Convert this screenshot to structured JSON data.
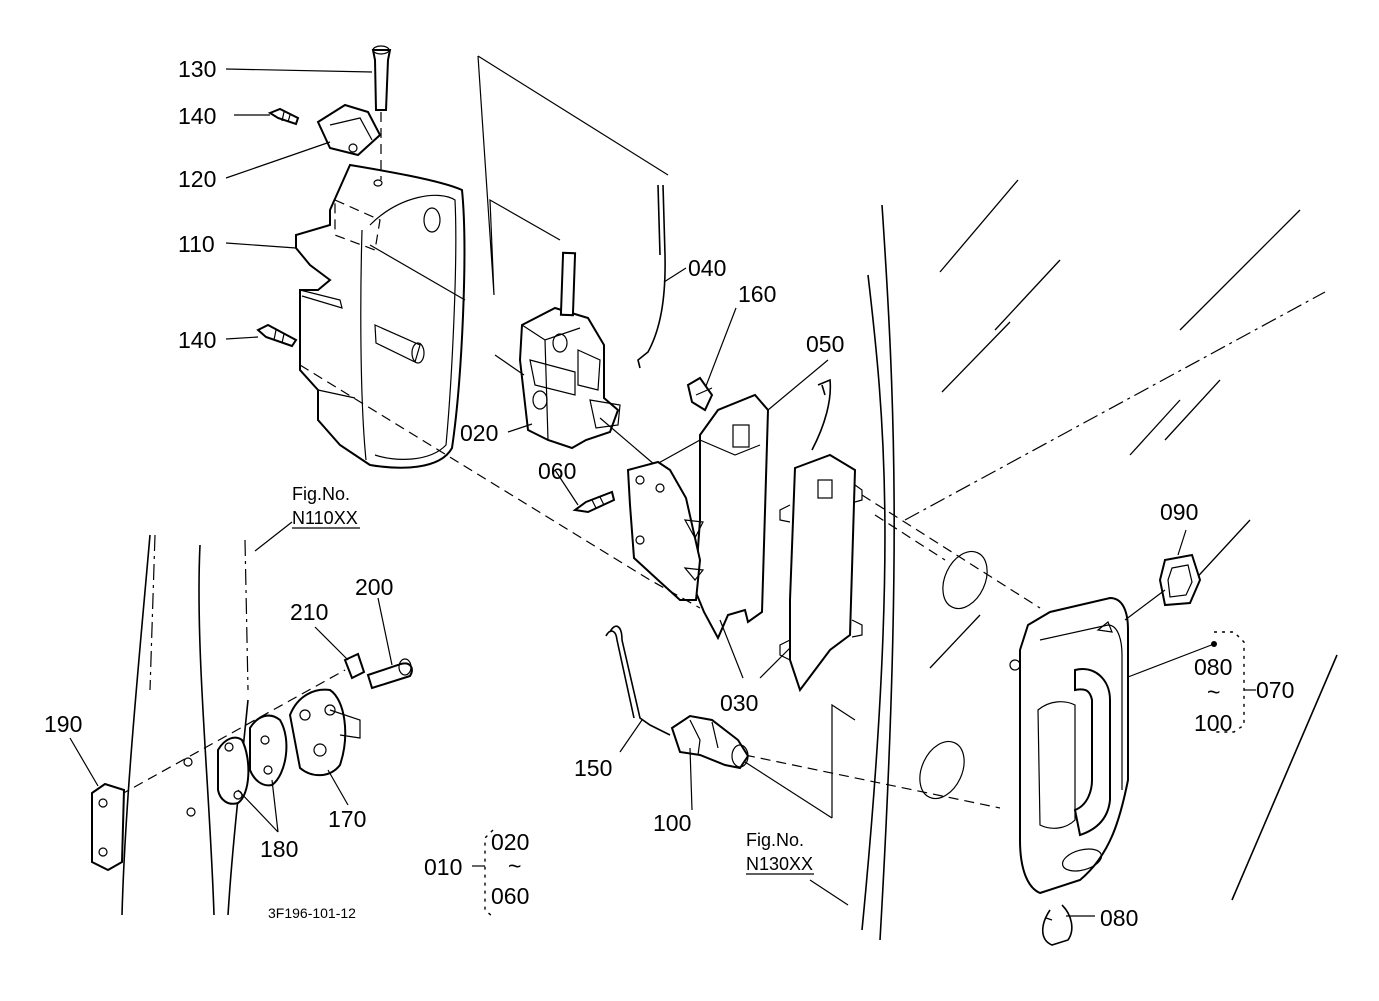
{
  "labels": {
    "p130": "130",
    "p140a": "140",
    "p120": "120",
    "p110": "110",
    "p140b": "140",
    "p040": "040",
    "p160": "160",
    "p050": "050",
    "p020": "020",
    "p060": "060",
    "p090": "090",
    "p080a": "080",
    "p080tilde": "~",
    "p100a": "100",
    "p070": "070",
    "p030": "030",
    "p210": "210",
    "p200": "200",
    "p190": "190",
    "p170": "170",
    "p180": "180",
    "p150": "150",
    "p100b": "100",
    "p080b": "080",
    "p010": "010",
    "p020b": "020",
    "p010tilde": "~",
    "p060b": "060"
  },
  "figure_refs": {
    "n110_caption": "Fig.No.",
    "n110_code": "N110XX",
    "n130_caption": "Fig.No.",
    "n130_code": "N130XX"
  },
  "drawing_code": "3F196-101-12"
}
